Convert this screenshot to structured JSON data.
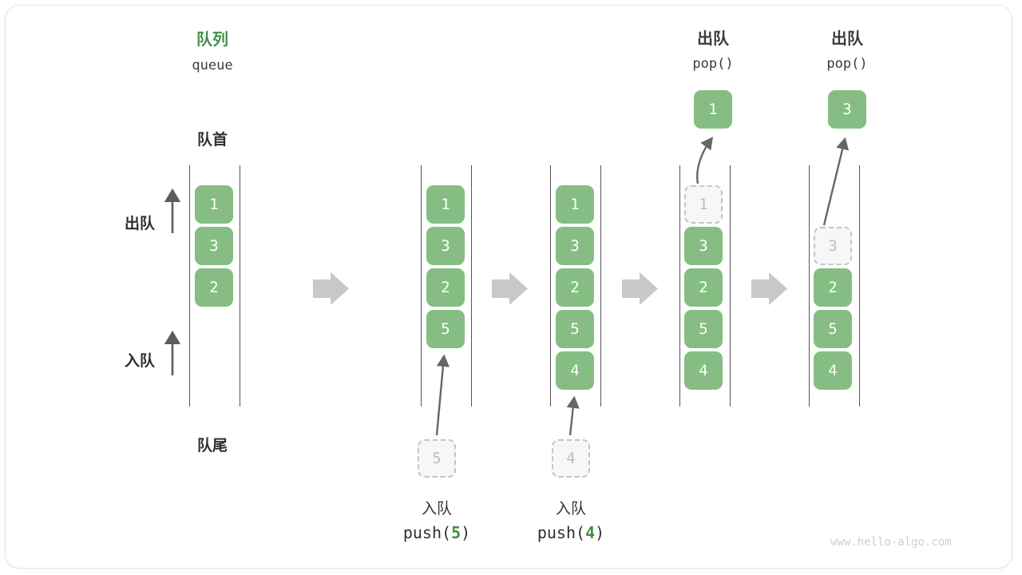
{
  "watermark": "www.hello-algo.com",
  "title": {
    "cn": "队列",
    "en": "queue"
  },
  "labels": {
    "front": "队首",
    "rear": "队尾",
    "dequeue": "出队",
    "enqueue": "入队"
  },
  "columns": [
    {
      "id": "initial",
      "cells": [
        "1",
        "3",
        "2"
      ],
      "ghost_index": -1
    },
    {
      "id": "after-push-5",
      "cells": [
        "1",
        "3",
        "2",
        "5"
      ],
      "ghost_index": -1,
      "incoming": "5",
      "caption_cn": "入队",
      "caption_code_prefix": "push(",
      "caption_code_num": "5",
      "caption_code_suffix": ")"
    },
    {
      "id": "after-push-4",
      "cells": [
        "1",
        "3",
        "2",
        "5",
        "4"
      ],
      "ghost_index": -1,
      "incoming": "4",
      "caption_cn": "入队",
      "caption_code_prefix": "push(",
      "caption_code_num": "4",
      "caption_code_suffix": ")"
    },
    {
      "id": "after-pop-1",
      "cells": [
        "1",
        "3",
        "2",
        "5",
        "4"
      ],
      "ghost_index": 0,
      "popped": "1",
      "header_cn": "出队",
      "header_code": "pop()"
    },
    {
      "id": "after-pop-3",
      "cells": [
        "3",
        "2",
        "5",
        "4"
      ],
      "ghost_index": 0,
      "popped": "3",
      "header_cn": "出队",
      "header_code": "pop()"
    }
  ],
  "colors": {
    "cell_green": "#86bd83",
    "title_green": "#44914a",
    "ghost_fill": "#f7f7f7",
    "ghost_border": "#c4c4c4",
    "rail": "#555555",
    "step_arrow": "#c8c8c8",
    "motion_arrow": "#666666"
  }
}
